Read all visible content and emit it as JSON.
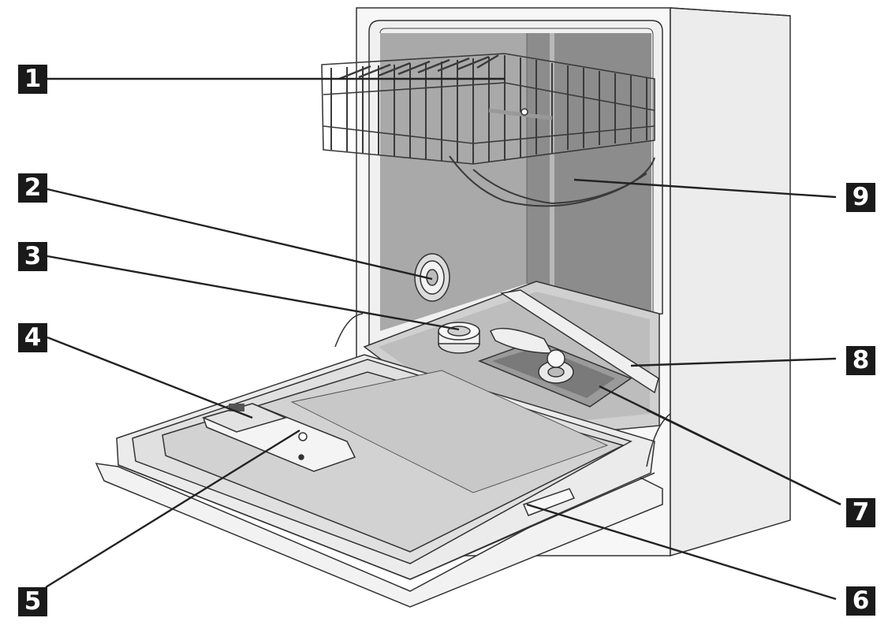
{
  "callouts": [
    {
      "id": "1",
      "label": "1"
    },
    {
      "id": "2",
      "label": "2"
    },
    {
      "id": "3",
      "label": "3"
    },
    {
      "id": "4",
      "label": "4"
    },
    {
      "id": "5",
      "label": "5"
    },
    {
      "id": "6",
      "label": "6"
    },
    {
      "id": "7",
      "label": "7"
    },
    {
      "id": "8",
      "label": "8"
    },
    {
      "id": "9",
      "label": "9"
    }
  ],
  "colors": {
    "callout_bg": "#1a1a1a",
    "callout_text": "#ffffff",
    "line": "#222222",
    "interior_dark": "#9a9a9a",
    "surface_light": "#e6e6e6",
    "cabinet": "#f3f3f3"
  }
}
